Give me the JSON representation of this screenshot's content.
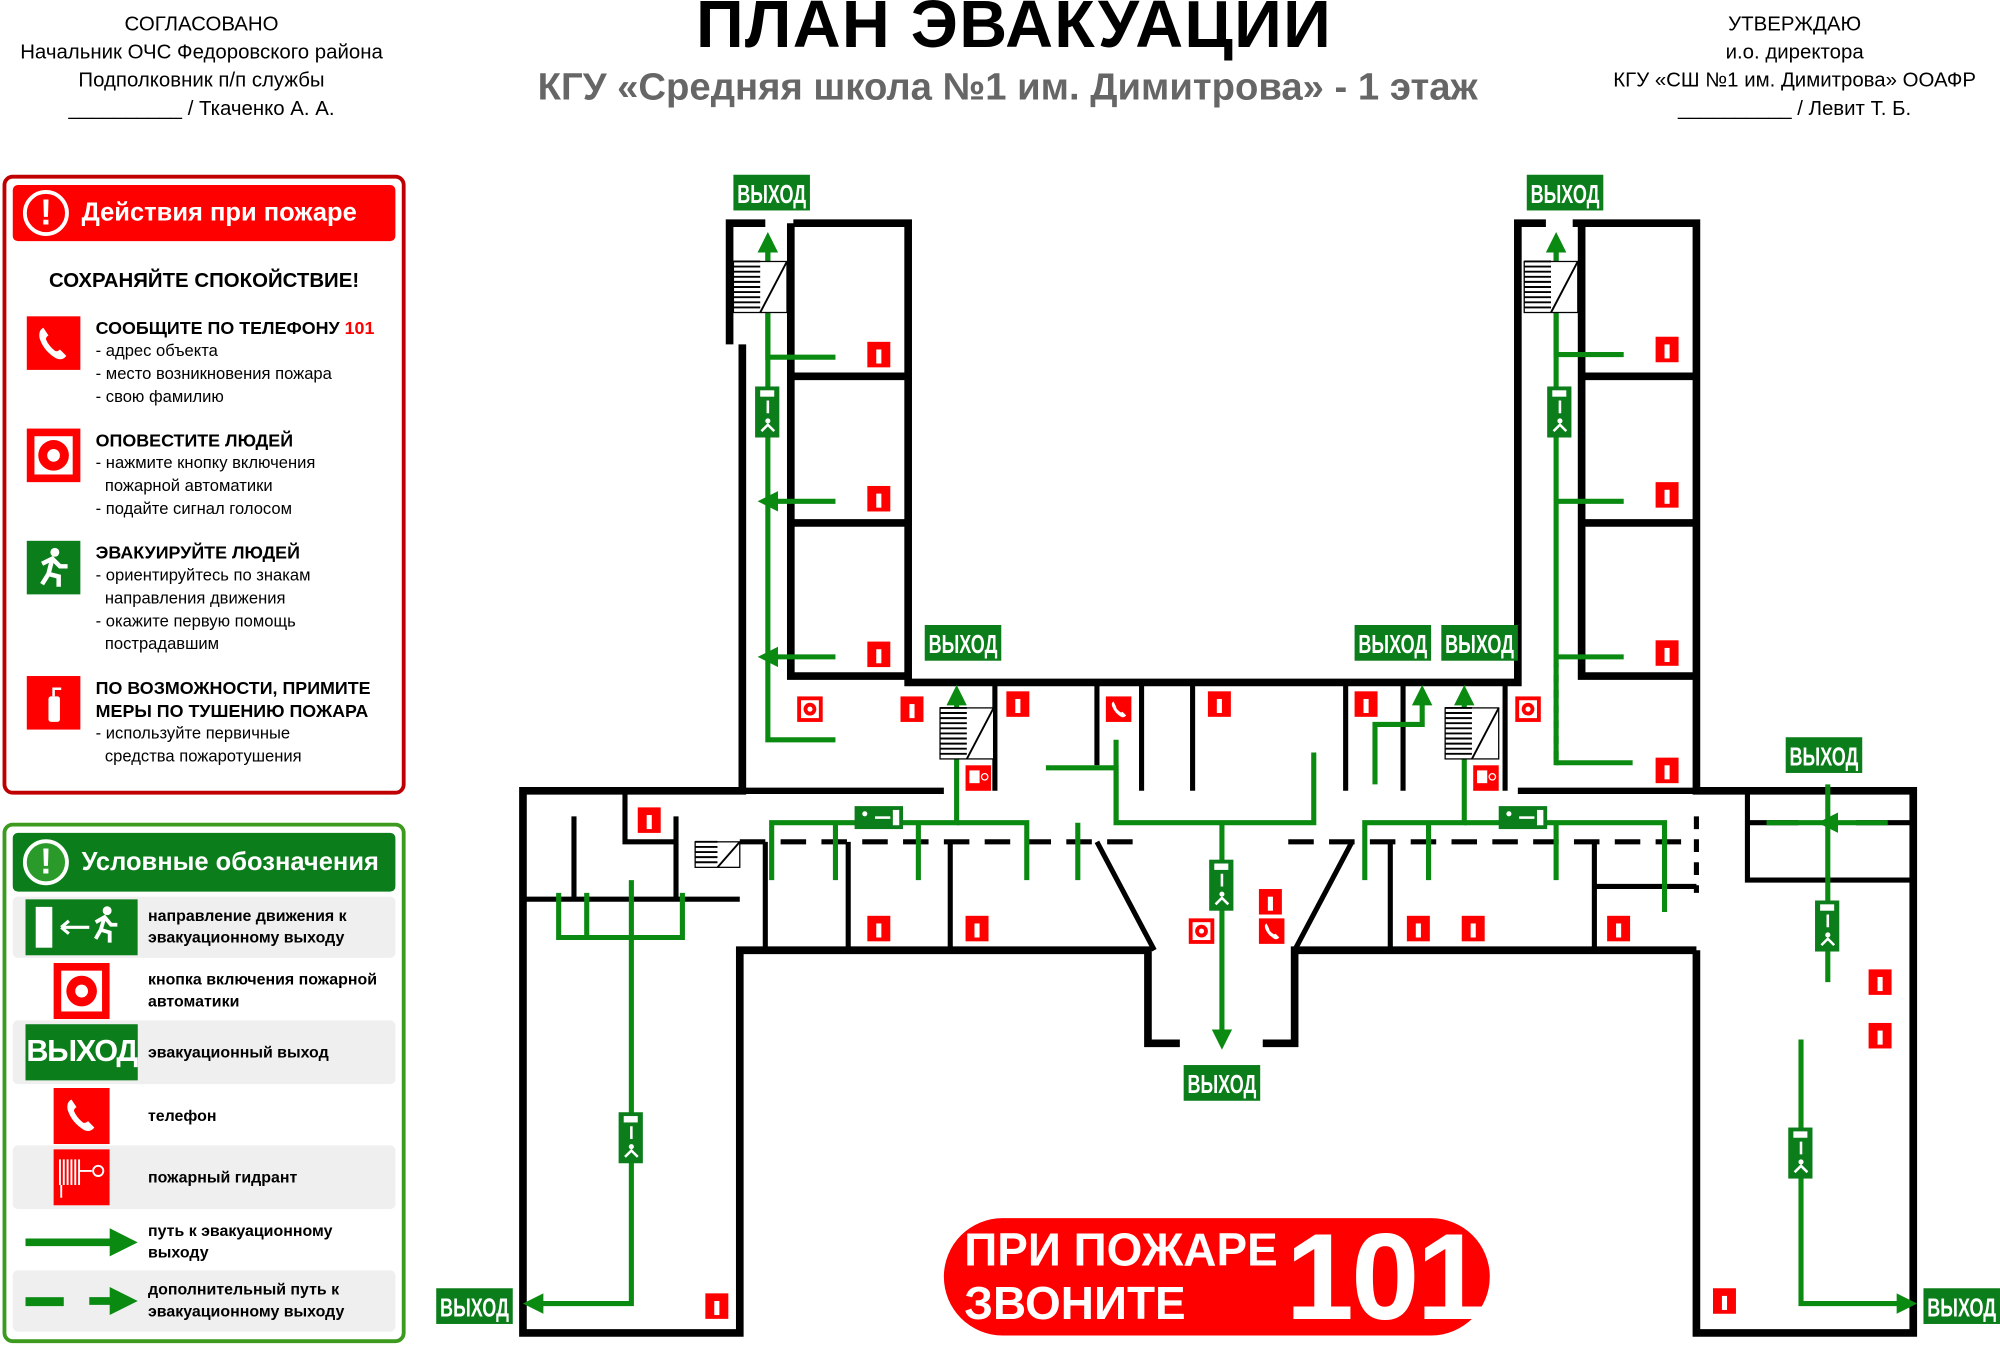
{
  "header": {
    "agreed": [
      "СОГЛАСОВАНО",
      "Начальник ОЧС Федоровского района",
      "Подполковник п/п службы",
      "__________ / Ткаченко А. А."
    ],
    "title": "ПЛАН ЭВАКУАЦИИ",
    "subtitle": "КГУ «Средняя школа №1 им. Димитрова» - 1 этаж",
    "approved": [
      "УТВЕРЖДАЮ",
      "и.о. директора",
      "КГУ «СШ №1 им. Димитрова» ООАФР",
      "__________ / Левит Т. Б."
    ]
  },
  "actions": {
    "title": "Действия при пожаре",
    "calm": "СОХРАНЯЙТЕ СПОКОЙСТВИЕ!",
    "items": [
      {
        "head": "СООБЩИТЕ ПО ТЕЛЕФОНУ",
        "head_num": "101",
        "lines": [
          "- адрес объекта",
          "- место возникновения пожара",
          "- свою фамилию"
        ]
      },
      {
        "head": "ОПОВЕСТИТЕ ЛЮДЕЙ",
        "lines": [
          "- нажмите кнопку включения",
          "  пожарной автоматики",
          "- подайте сигнал голосом"
        ]
      },
      {
        "head": "ЭВАКУИРУЙТЕ ЛЮДЕЙ",
        "lines": [
          "- ориентируйтесь по знакам",
          "  направления движения",
          "- окажите первую помощь",
          "  пострадавшим"
        ]
      },
      {
        "head": "ПО ВОЗМОЖНОСТИ, ПРИМИТЕ МЕРЫ ПО ТУШЕНИЮ ПОЖАРА",
        "lines": [
          "- используйте первичные",
          "  средства пожаротушения"
        ]
      }
    ]
  },
  "legend": {
    "title": "Условные обозначения",
    "items": [
      {
        "icon": "exit-direction-sign-icon",
        "label": "направление движения к эвакуационному выходу"
      },
      {
        "icon": "fire-alarm-button-icon",
        "label": "кнопка включения пожарной автоматики"
      },
      {
        "icon": "exit-sign-icon",
        "label": "эвакуационный выход",
        "sign_text": "ВЫХОД"
      },
      {
        "icon": "phone-icon",
        "label": "телефон"
      },
      {
        "icon": "fire-hydrant-icon",
        "label": "пожарный гидрант"
      },
      {
        "icon": "evacuation-path-arrow-icon",
        "label": "путь к эвакуационному выходу"
      },
      {
        "icon": "additional-path-dashed-arrow-icon",
        "label": "дополнительный путь к эвакуационному выходу"
      }
    ]
  },
  "plan": {
    "exit_label": "ВЫХОД",
    "colors": {
      "wall": "#000000",
      "path": "#0b8a12",
      "fire": "#ff0000",
      "exit": "#0b7d1a"
    }
  },
  "banner": {
    "line1": "ПРИ ПОЖАРЕ",
    "line2": "ЗВОНИТЕ",
    "number": "101"
  }
}
